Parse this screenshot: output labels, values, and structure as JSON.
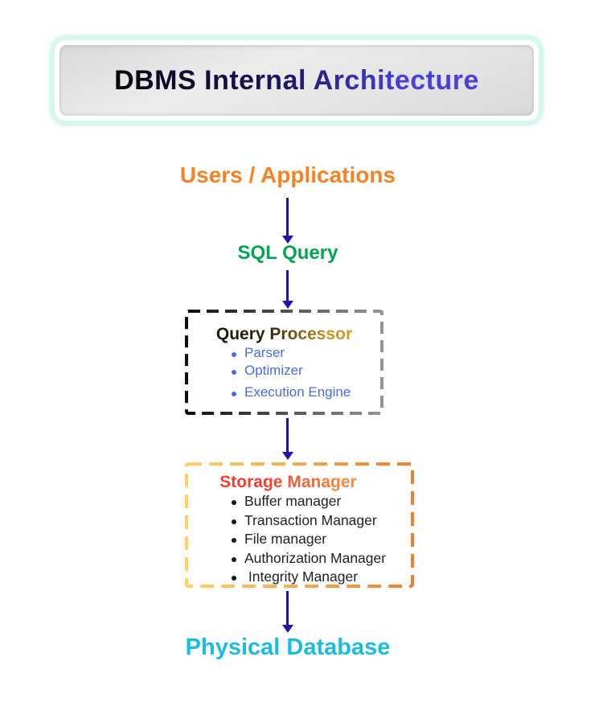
{
  "header": {
    "title_part1": "DBMS Internal ",
    "title_part2": "Architecture"
  },
  "flow": {
    "users_label": "Users / Applications",
    "sql_query_label": "SQL Query",
    "query_processor": {
      "title_part1": "Query ",
      "title_part2": "Processor",
      "items": [
        "Parser",
        "Optimizer",
        "Execution Engine"
      ]
    },
    "storage_manager": {
      "title_part1": "Storage ",
      "title_part2": "Manager",
      "items": [
        "Buffer manager",
        "Transaction Manager",
        "File manager",
        "Authorization Manager",
        " Integrity Manager"
      ]
    },
    "physical_database_label": "Physical Database"
  },
  "colors": {
    "title_dark": "#1c1560",
    "title_indigo": "#4b3fd9",
    "mint_glow": "#d7f6ef",
    "users_orange": "#f8821f",
    "sql_green": "#00a651",
    "arrow_navy": "#2412a8",
    "qp_gold": "#c8941f",
    "bullet_blue": "#476ce4",
    "storage_red": "#f43b2d",
    "storage_orange": "#f88b3e",
    "list_dark": "#212121",
    "physical_cyan": "#1abcdf",
    "qp_dash_start": "#0d0d0d",
    "qp_dash_end": "#959595",
    "sm_dash_start": "#ffd161",
    "sm_dash_end": "#ef7f2e"
  }
}
